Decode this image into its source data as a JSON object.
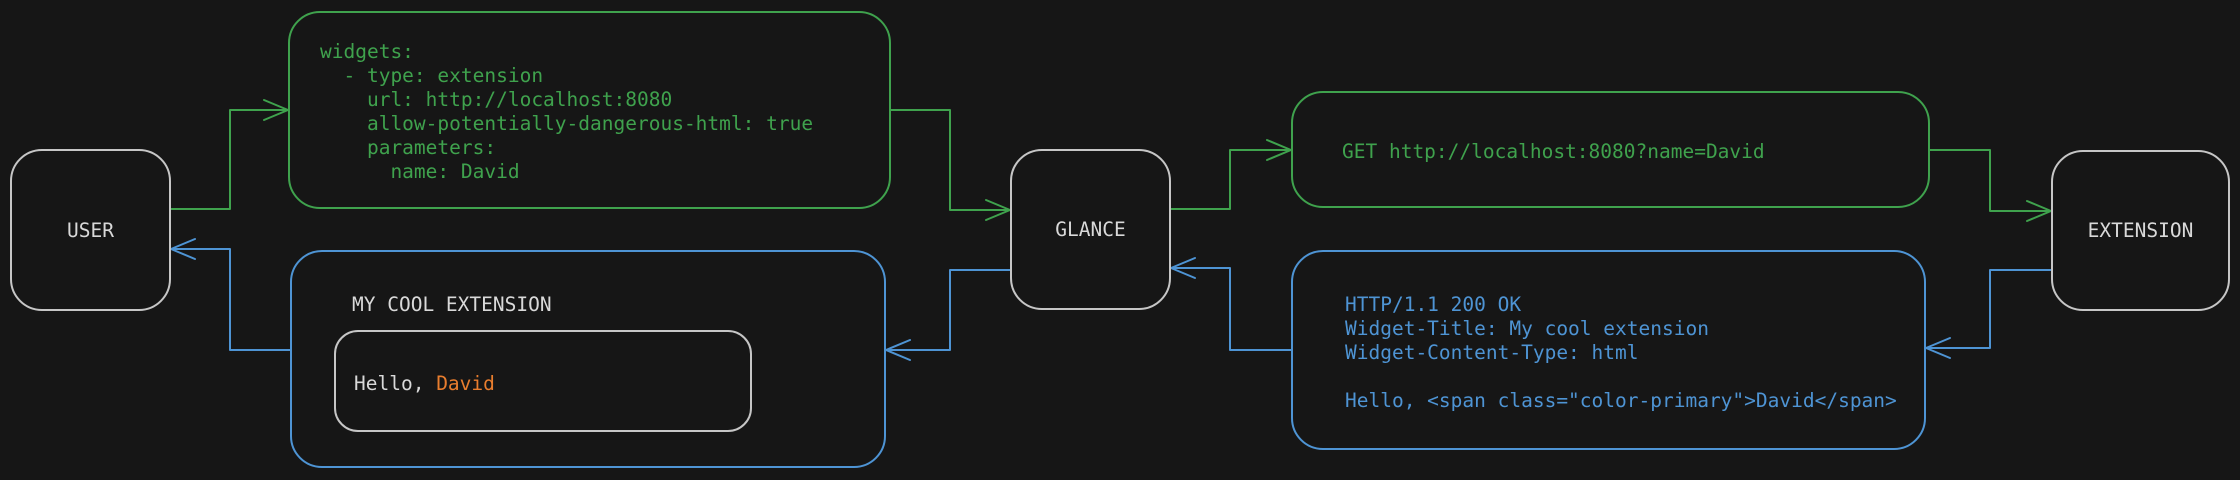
{
  "colors": {
    "background": "#161616",
    "green": "#3fa24d",
    "blue": "#4e94d4",
    "orange": "#e87d2e",
    "node_border": "#c6c6c6",
    "text_light": "#d9d9d9"
  },
  "nodes": {
    "user": {
      "label": "USER"
    },
    "glance": {
      "label": "GLANCE"
    },
    "extension": {
      "label": "EXTENSION"
    }
  },
  "config_box": {
    "code": "widgets:\n  - type: extension\n    url: http://localhost:8080\n    allow-potentially-dangerous-html: true\n    parameters:\n      name: David"
  },
  "request_box": {
    "code": "GET http://localhost:8080?name=David"
  },
  "response_box": {
    "code": "HTTP/1.1 200 OK\nWidget-Title: My cool extension\nWidget-Content-Type: html\n\nHello, <span class=\"color-primary\">David</span>"
  },
  "widget_box": {
    "title": "MY COOL EXTENSION",
    "greeting_prefix": "Hello, ",
    "greeting_name": "David"
  }
}
